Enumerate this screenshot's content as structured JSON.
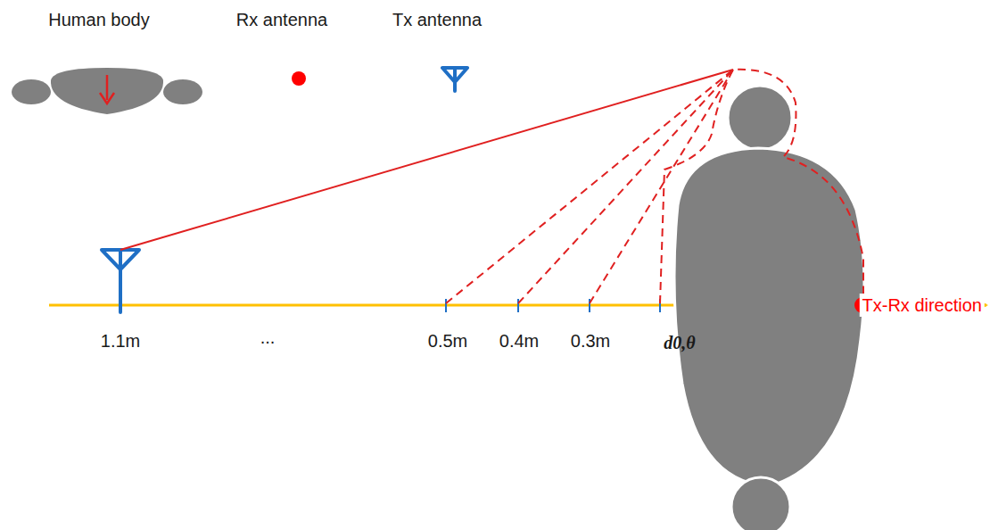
{
  "diagram": {
    "labels": [
      "1.1m",
      "...",
      "0.5m",
      "0.4m",
      "0.3m",
      "d0,θ",
      "Tx-Rx direction"
    ],
    "legend": [
      {
        "text": "Human body"
      },
      {
        "text": "Rx antenna"
      },
      {
        "text": "Tx antenna"
      }
    ]
  }
}
